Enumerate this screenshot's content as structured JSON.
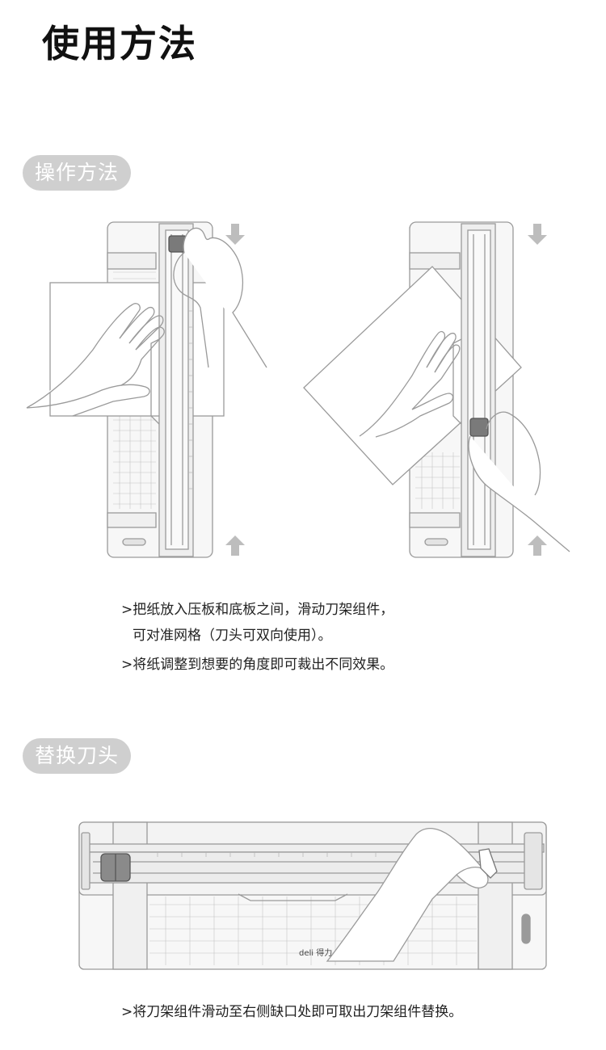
{
  "page": {
    "title": "使用方法"
  },
  "section_operation": {
    "label": "操作方法",
    "lines": [
      ">把纸放入压板和底板之间，滑动刀架组件，",
      "可对准网格（刀头可双向使用）。",
      ">将纸调整到想要的角度即可裁出不同效果。"
    ]
  },
  "section_replace": {
    "label": "替换刀头",
    "brand_text": "deli 得力",
    "lines": [
      ">将刀架组件滑动至右侧缺口处即可取出刀架组件替换。"
    ]
  },
  "colors": {
    "pill_bg": "#cfcfcf",
    "line": "#9a9a9a",
    "arrow": "#bdbdbd"
  }
}
